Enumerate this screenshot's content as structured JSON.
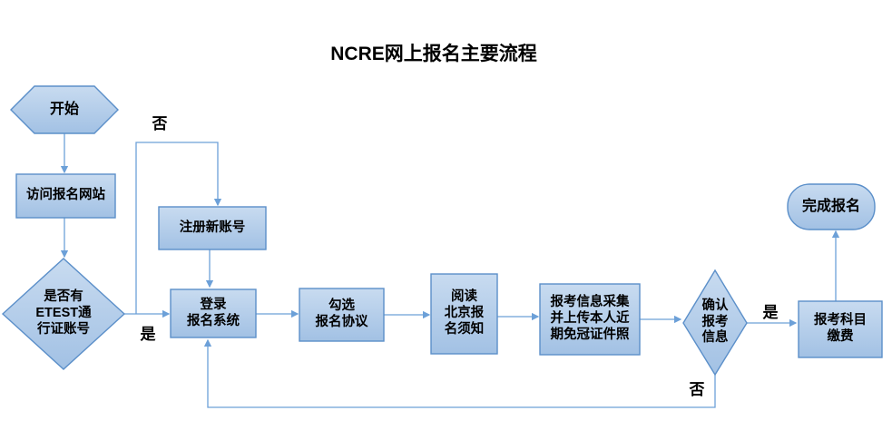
{
  "title": "NCRE网上报名主要流程",
  "colors": {
    "shape_fill_top": "#c8dbf0",
    "shape_fill_bottom": "#a2c1e4",
    "shape_border": "#5b8fc9",
    "connector": "#6ca0d8",
    "text_color": "#000000",
    "bg": "#ffffff"
  },
  "nodes": {
    "start": {
      "shape": "hexagon",
      "label": "开始"
    },
    "visit_site": {
      "shape": "rect",
      "label": "访问报名网站"
    },
    "has_account": {
      "shape": "diamond",
      "label": "是否有\nETEST通\n行证账号"
    },
    "register_account": {
      "shape": "rect",
      "label": "注册新账号"
    },
    "login_system": {
      "shape": "rect",
      "label": "登录\n报名系统"
    },
    "check_agreement": {
      "shape": "rect",
      "label": "勾选\n报名协议"
    },
    "read_notice": {
      "shape": "rect",
      "label": "阅读\n北京报\n名须知"
    },
    "collect_info": {
      "shape": "rect",
      "label": "报考信息采集\n并上传本人近\n期免冠证件照"
    },
    "confirm_info": {
      "shape": "diamond",
      "label": "确认\n报考\n信息"
    },
    "pay_subjects": {
      "shape": "rect",
      "label": "报考科目\n缴费"
    },
    "finish": {
      "shape": "rounded-rect",
      "label": "完成报名"
    }
  },
  "edge_labels": {
    "no_register_branch": "否",
    "yes_login_branch": "是",
    "yes_pay_branch": "是",
    "no_return_branch": "否"
  }
}
